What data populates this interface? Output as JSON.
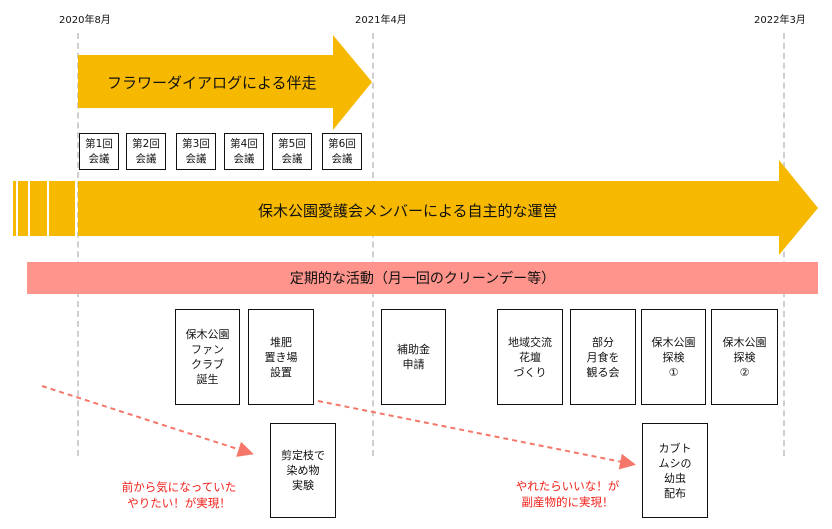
{
  "timeline": {
    "dates": [
      "2020年8月",
      "2021年4月",
      "2022年3月"
    ]
  },
  "arrows": {
    "flower_dialog": {
      "label": "フラワーダイアログによる伴走",
      "color": "#f6b900"
    },
    "self_operation": {
      "label": "保木公園愛護会メンバーによる自主的な運営",
      "color": "#f6b900"
    }
  },
  "meetings": [
    "第1回\n会議",
    "第2回\n会議",
    "第3回\n会議",
    "第4回\n会議",
    "第5回\n会議",
    "第6回\n会議"
  ],
  "regular_activity": {
    "label": "定期的な活動（月一回のクリーンデー等）",
    "color": "#fe948c"
  },
  "activities": [
    "保木公園\nファン\nクラブ\n誕生",
    "堆肥\n置き場\n設置",
    "補助金\n申請",
    "地域交流\n花壇\nづくり",
    "部分\n月食を\n観る会",
    "保木公園\n探検\n①",
    "保木公園\n探検\n②"
  ],
  "outcomes": [
    "剪定枝で\n染め物\n実験",
    "カブト\nムシの\n幼虫\n配布"
  ],
  "notes": [
    "前から気になっていた\nやりたい！が実現！",
    "やれたらいいな！が\n副産物的に実現！"
  ],
  "colors": {
    "note_text": "#f2211b",
    "dashed_arrow": "#f4776a",
    "gridline": "#cfcfcf"
  }
}
